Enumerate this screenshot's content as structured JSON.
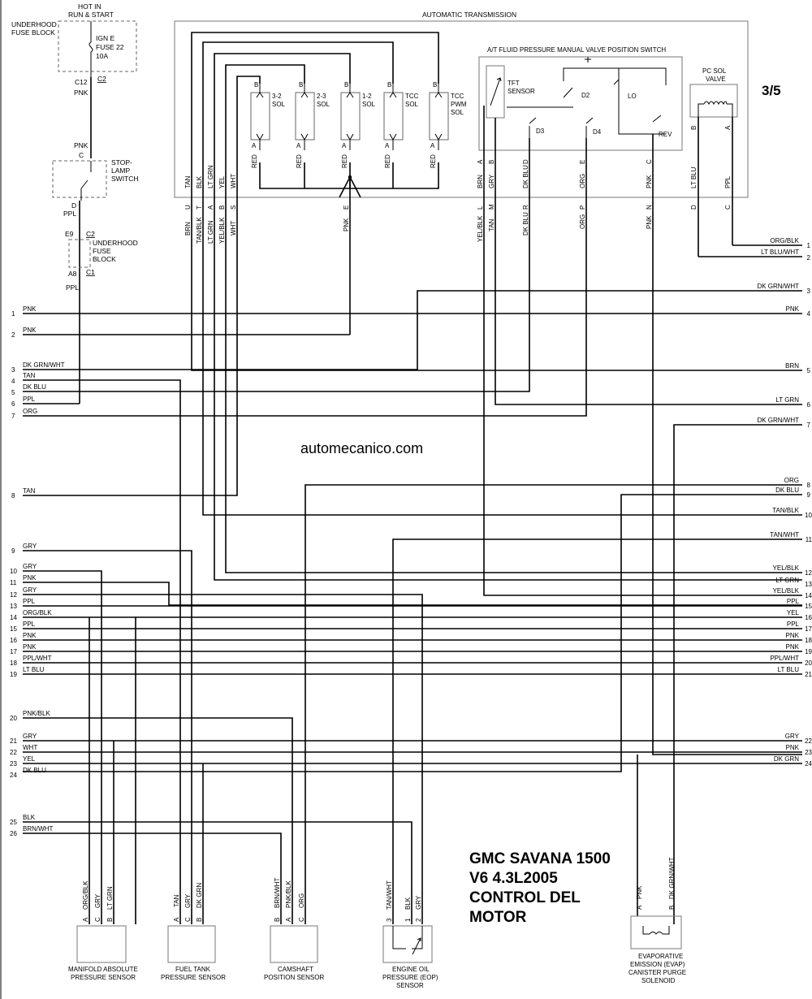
{
  "page_marker": "3/5",
  "watermark": "automecanico.com",
  "title_lines": [
    "GMC SAVANA 1500",
    "V6 4.3L2005",
    "CONTROL DEL",
    "MOTOR"
  ],
  "top_left": {
    "hot_label": [
      "HOT IN",
      "RUN & START"
    ],
    "underhood_fuse_block": [
      "UNDERHOOD",
      "FUSE BLOCK"
    ],
    "fuse": [
      "IGN E",
      "FUSE 22",
      "10A"
    ],
    "c12": "C12",
    "c2": "C2",
    "pnk1": "PNK",
    "pnk2": "PNK",
    "c": "C",
    "stop_lamp": [
      "STOP-",
      "LAMP",
      "SWITCH"
    ],
    "d": "D",
    "ppl1": "PPL",
    "e9": "E9",
    "c2b": "C2",
    "underhood2": [
      "UNDERHOOD",
      "FUSE",
      "BLOCK"
    ],
    "a8": "A8",
    "c1": "C1",
    "ppl2": "PPL"
  },
  "auto_trans": {
    "title": "AUTOMATIC TRANSMISSION",
    "solenoids": [
      {
        "name": [
          "3-2",
          "SOL"
        ]
      },
      {
        "name": [
          "2-3",
          "SOL"
        ]
      },
      {
        "name": [
          "1-2",
          "SOL"
        ]
      },
      {
        "name": [
          "TCC",
          "SOL"
        ]
      },
      {
        "name": [
          "TCC",
          "PWM",
          "SOL"
        ]
      }
    ],
    "sol_pin_b": "B",
    "sol_pin_a": "A",
    "red": "RED",
    "inner_wires": [
      "TAN",
      "BLK",
      "LT GRN",
      "YEL",
      "WHT"
    ],
    "conn_pins": [
      "U",
      "T",
      "A",
      "B",
      "S"
    ],
    "outer_wires": [
      "BRN",
      "TAN/BLK",
      "LT GRN",
      "YEL/BLK",
      "WHT"
    ],
    "pnk_e": [
      "PNK",
      "E"
    ],
    "fluid_switch_title": "A/T FLUID PRESSURE MANUAL VALVE POSITION SWITCH",
    "tft": [
      "TFT",
      "SENSOR"
    ],
    "positions": [
      "D2",
      "LO",
      "D3",
      "D4",
      "REV"
    ],
    "switch_pins": [
      "A",
      "B",
      "D",
      "E",
      "C"
    ],
    "switch_inner_wires": [
      "BRN",
      "GRY",
      "DK BLU",
      "ORG",
      "PNK"
    ],
    "switch_conn_pins": [
      "L",
      "M",
      "R",
      "P",
      "N"
    ],
    "switch_outer_wires": [
      "YEL/BLK",
      "TAN",
      "DK BLU",
      "ORG",
      "PNK"
    ],
    "pc_sol": [
      "PC SOL",
      "VALVE"
    ],
    "pc_pins": [
      "B",
      "A"
    ],
    "pc_inner_wires": [
      "LT BLU",
      "PPL"
    ],
    "pc_conn_pins": [
      "D",
      "C"
    ]
  },
  "left_rows": [
    {
      "num": "1",
      "label": "PNK"
    },
    {
      "num": "2",
      "label": "PNK"
    },
    {
      "num": "3",
      "label": "DK GRN/WHT"
    },
    {
      "num": "4",
      "label": "TAN"
    },
    {
      "num": "5",
      "label": "DK BLU"
    },
    {
      "num": "6",
      "label": "PPL"
    },
    {
      "num": "7",
      "label": "ORG"
    },
    {
      "num": "8",
      "label": "TAN"
    },
    {
      "num": "9",
      "label": "GRY"
    },
    {
      "num": "10",
      "label": "GRY"
    },
    {
      "num": "11",
      "label": "PNK"
    },
    {
      "num": "12",
      "label": "GRY"
    },
    {
      "num": "13",
      "label": "PPL"
    },
    {
      "num": "14",
      "label": "ORG/BLK"
    },
    {
      "num": "15",
      "label": "PPL"
    },
    {
      "num": "16",
      "label": "PNK"
    },
    {
      "num": "17",
      "label": "PNK"
    },
    {
      "num": "18",
      "label": "PPL/WHT"
    },
    {
      "num": "19",
      "label": "LT BLU"
    },
    {
      "num": "20",
      "label": "PNK/BLK"
    },
    {
      "num": "21",
      "label": "GRY"
    },
    {
      "num": "22",
      "label": "WHT"
    },
    {
      "num": "23",
      "label": "YEL"
    },
    {
      "num": "24",
      "label": "DK BLU"
    },
    {
      "num": "25",
      "label": "BLK"
    },
    {
      "num": "26",
      "label": "BRN/WHT"
    }
  ],
  "right_rows": [
    {
      "num": "1",
      "label": "ORG/BLK"
    },
    {
      "num": "2",
      "label": "LT BLU/WHT"
    },
    {
      "num": "3",
      "label": "DK GRN/WHT"
    },
    {
      "num": "4",
      "label": "PNK"
    },
    {
      "num": "5",
      "label": "BRN"
    },
    {
      "num": "6",
      "label": "LT GRN"
    },
    {
      "num": "7",
      "label": "DK GRN/WHT"
    },
    {
      "num": "8",
      "label": "ORG"
    },
    {
      "num": "9",
      "label": "DK BLU"
    },
    {
      "num": "10",
      "label": "TAN/BLK"
    },
    {
      "num": "11",
      "label": "TAN/WHT"
    },
    {
      "num": "12",
      "label": "YEL/BLK"
    },
    {
      "num": "13",
      "label": "LT GRN"
    },
    {
      "num": "14",
      "label": "YEL/BLK"
    },
    {
      "num": "15",
      "label": "PPL"
    },
    {
      "num": "16",
      "label": "YEL"
    },
    {
      "num": "17",
      "label": "PPL"
    },
    {
      "num": "18",
      "label": "PNK"
    },
    {
      "num": "19",
      "label": "PNK"
    },
    {
      "num": "20",
      "label": "PPL/WHT"
    },
    {
      "num": "21",
      "label": "LT BLU"
    },
    {
      "num": "22",
      "label": "GRY"
    },
    {
      "num": "23",
      "label": "PNK"
    },
    {
      "num": "24",
      "label": "DK GRN"
    }
  ],
  "sensors": [
    {
      "name": [
        "MANIFOLD ABSOLUTE",
        "PRESSURE SENSOR"
      ],
      "pins": [
        "A",
        "C",
        "B"
      ],
      "wires": [
        "ORG/BLK",
        "GRY",
        "LT GRN"
      ]
    },
    {
      "name": [
        "FUEL TANK",
        "PRESSURE SENSOR"
      ],
      "pins": [
        "A",
        "C",
        "B"
      ],
      "wires": [
        "TAN",
        "GRY",
        "DK GRN"
      ]
    },
    {
      "name": [
        "CAMSHAFT",
        "POSITION SENSOR"
      ],
      "pins": [
        "B",
        "A",
        "C"
      ],
      "wires": [
        "BRN/WHT",
        "PNK/BLK",
        "ORG"
      ]
    },
    {
      "name": [
        "ENGINE OIL",
        "PRESSURE (EOP)",
        "SENSOR"
      ],
      "pins": [
        "3",
        "1",
        "2"
      ],
      "wires": [
        "TAN/WHT",
        "BLK",
        "GRY"
      ]
    },
    {
      "name": [
        "EVAPORATIVE",
        "EMISSION (EVAP)",
        "CANISTER PURGE",
        "SOLENOID"
      ],
      "pins": [
        "A",
        "B"
      ],
      "wires": [
        "PNK",
        "DK GRN/WHT"
      ]
    }
  ]
}
